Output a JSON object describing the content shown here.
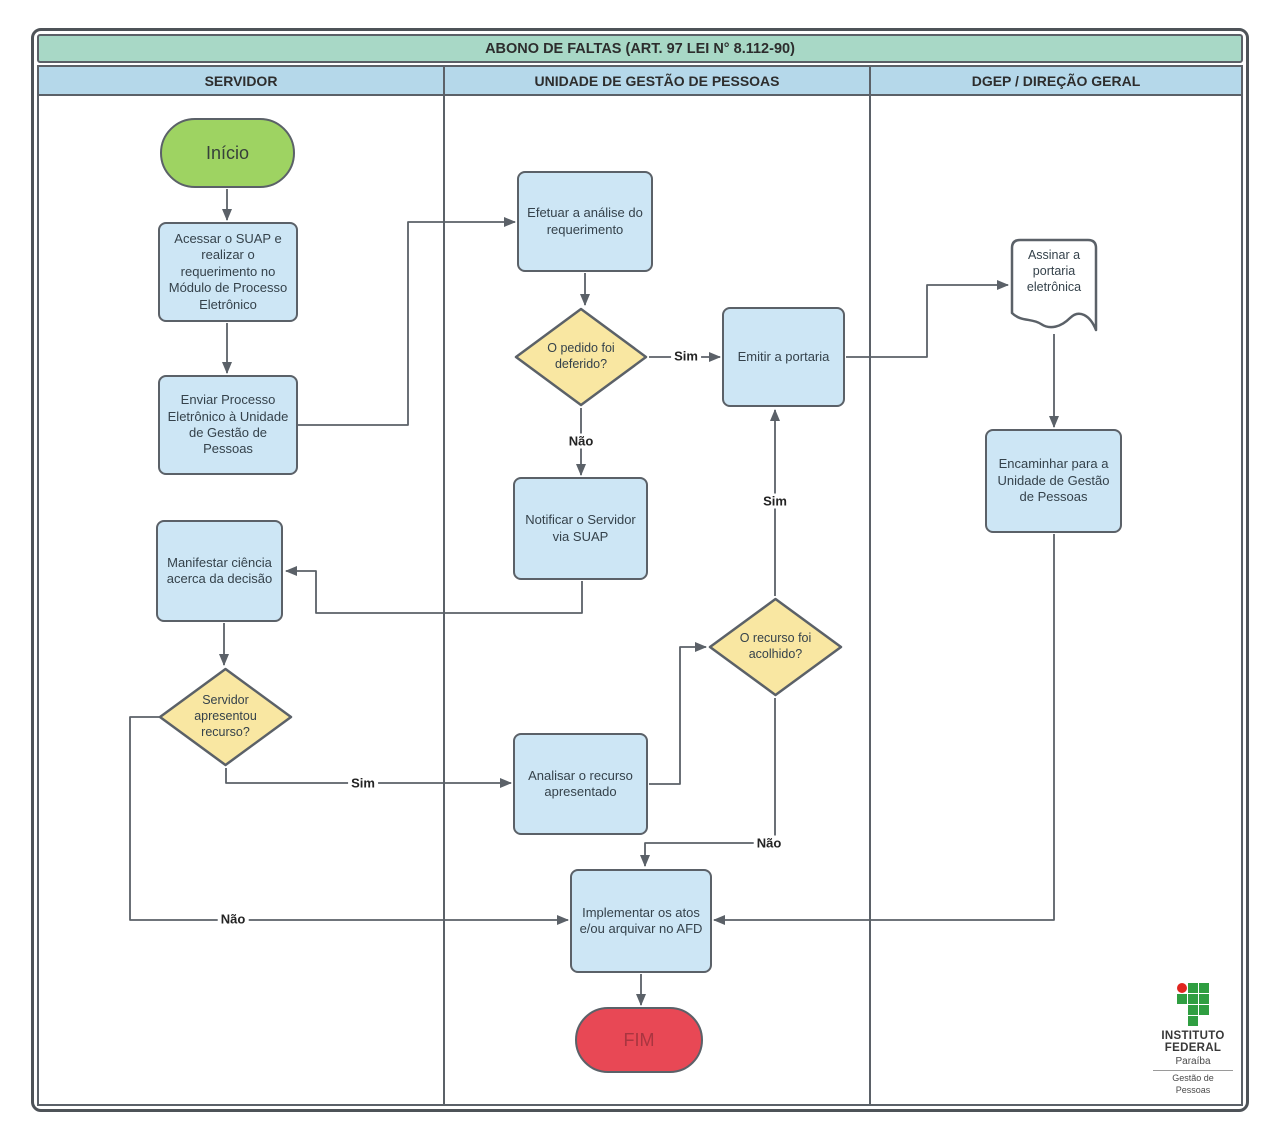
{
  "title": "ABONO DE FALTAS (ART. 97 LEI N° 8.112-90)",
  "lanes": [
    {
      "label": "SERVIDOR"
    },
    {
      "label": "UNIDADE DE GESTÃO DE PESSOAS"
    },
    {
      "label": "DGEP / DIREÇÃO GERAL"
    }
  ],
  "nodes": {
    "inicio": {
      "type": "start",
      "label": "Início"
    },
    "acessar": {
      "type": "process",
      "label": "Acessar o SUAP e realizar o requerimento no Módulo de Processo Eletrônico"
    },
    "enviar": {
      "type": "process",
      "label": "Enviar Processo Eletrônico à Unidade de Gestão de Pessoas"
    },
    "efetuar": {
      "type": "process",
      "label": "Efetuar a análise do requerimento"
    },
    "pedido_deferido": {
      "type": "decision",
      "label": "O pedido foi deferido?"
    },
    "emitir": {
      "type": "process",
      "label": "Emitir a portaria"
    },
    "notificar": {
      "type": "process",
      "label": "Notificar o Servidor via SUAP"
    },
    "manifestar": {
      "type": "process",
      "label": "Manifestar ciência acerca da decisão"
    },
    "servidor_recurso": {
      "type": "decision",
      "label": "Servidor apresentou recurso?"
    },
    "analisar": {
      "type": "process",
      "label": "Analisar o recurso apresentado"
    },
    "recurso_acolhido": {
      "type": "decision",
      "label": "O recurso foi acolhido?"
    },
    "assinar": {
      "type": "document",
      "label": "Assinar a portaria eletrônica"
    },
    "encaminhar": {
      "type": "process",
      "label": "Encaminhar para a Unidade de Gestão de Pessoas"
    },
    "implementar": {
      "type": "process",
      "label": "Implementar os atos e/ou arquivar no AFD"
    },
    "fim": {
      "type": "end",
      "label": "FIM"
    }
  },
  "edge_labels": {
    "pedido_sim": "Sim",
    "pedido_nao": "Não",
    "servidor_sim": "Sim",
    "servidor_nao": "Não",
    "recurso_sim": "Sim",
    "recurso_nao": "Não"
  },
  "logo": {
    "line1": "INSTITUTO",
    "line2": "FEDERAL",
    "line3": "Paraíba",
    "line4": "Gestão de",
    "line5": "Pessoas"
  },
  "colors": {
    "title_bg": "#a8d8c6",
    "header_bg": "#b5d8ea",
    "process_fill": "#cde6f5",
    "decision_fill": "#f9e7a2",
    "start_fill": "#9ed362",
    "end_fill": "#e84855",
    "stroke": "#5b6168",
    "logo_green": "#2f9e41",
    "logo_red": "#e0251f"
  }
}
